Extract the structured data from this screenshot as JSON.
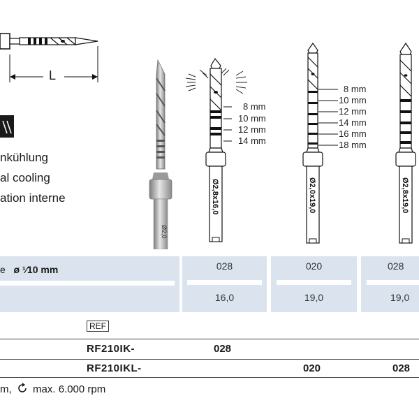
{
  "dimension": {
    "label": "L"
  },
  "cooling": {
    "line1": "nkühlung",
    "line2": "al cooling",
    "line3": "ation interne"
  },
  "depth_marks_left": [
    "8 mm",
    "10 mm",
    "12 mm",
    "14 mm"
  ],
  "depth_marks_right": [
    "8 mm",
    "10 mm",
    "12 mm",
    "14 mm",
    "16 mm",
    "18 mm"
  ],
  "drill_labels": {
    "drill1": "Ø2,8x16,0",
    "drill2": "Ø2,0x19,0",
    "drill3": "Ø2,8x19,0",
    "photo": "Ø2,0"
  },
  "size_table": {
    "row_label_prefix": "e",
    "row_label_unit": "ø ¹⁄10 mm",
    "columns": [
      {
        "diameter": "028",
        "length": "16,0"
      },
      {
        "diameter": "020",
        "length": "19,0"
      },
      {
        "diameter": "028",
        "length": "19,0"
      }
    ]
  },
  "ref_table": {
    "ref_header": "REF",
    "rows": [
      {
        "code": "RF210IK-",
        "values": [
          "028",
          "",
          ""
        ]
      },
      {
        "code": "RF210IKL-",
        "values": [
          "",
          "020",
          "028"
        ]
      }
    ]
  },
  "footer": {
    "prefix": "m,",
    "speed": "max. 6.000 rpm"
  }
}
